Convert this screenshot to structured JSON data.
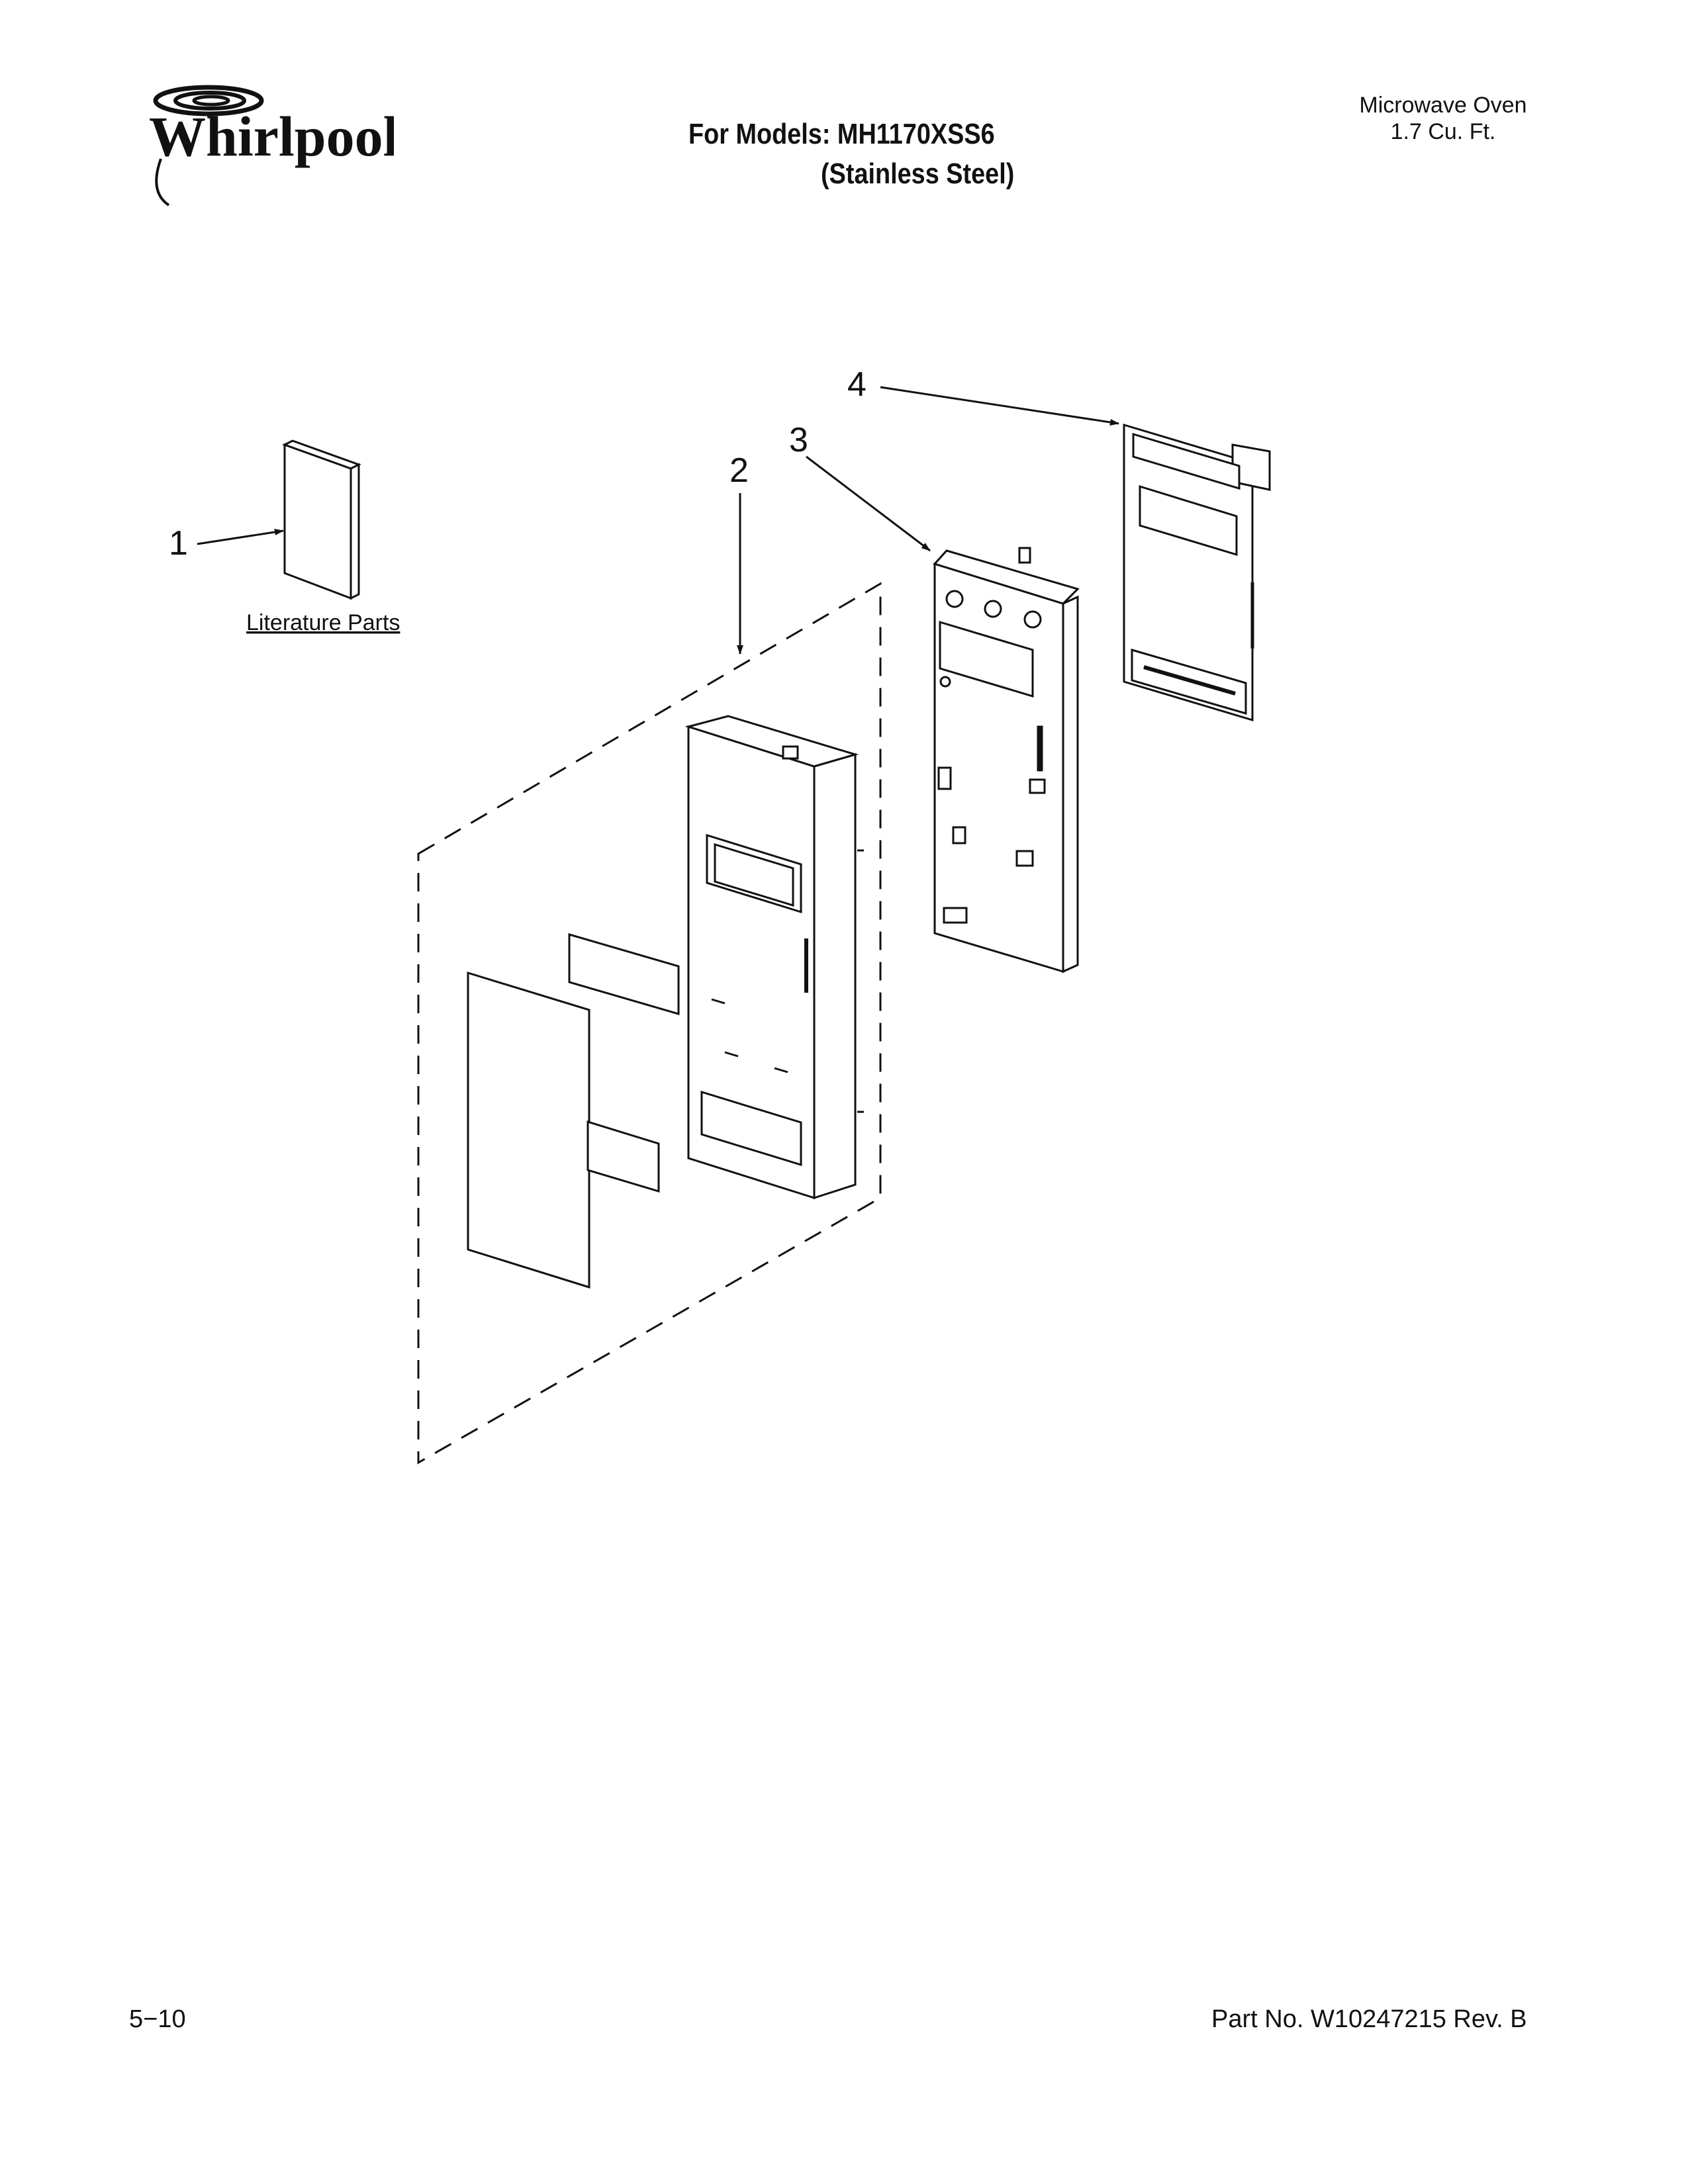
{
  "brand": {
    "name": "Whirlpool"
  },
  "header": {
    "models_line": "For Models: MH1170XSS6",
    "finish_line": "(Stainless Steel)",
    "product": "Microwave Oven",
    "capacity": "1.7 Cu. Ft."
  },
  "diagram": {
    "callouts": [
      "1",
      "2",
      "3",
      "4"
    ],
    "literature_label": "Literature Parts"
  },
  "footer": {
    "date_code": "5−10",
    "part_number": "Part No. W10247215 Rev. B"
  }
}
